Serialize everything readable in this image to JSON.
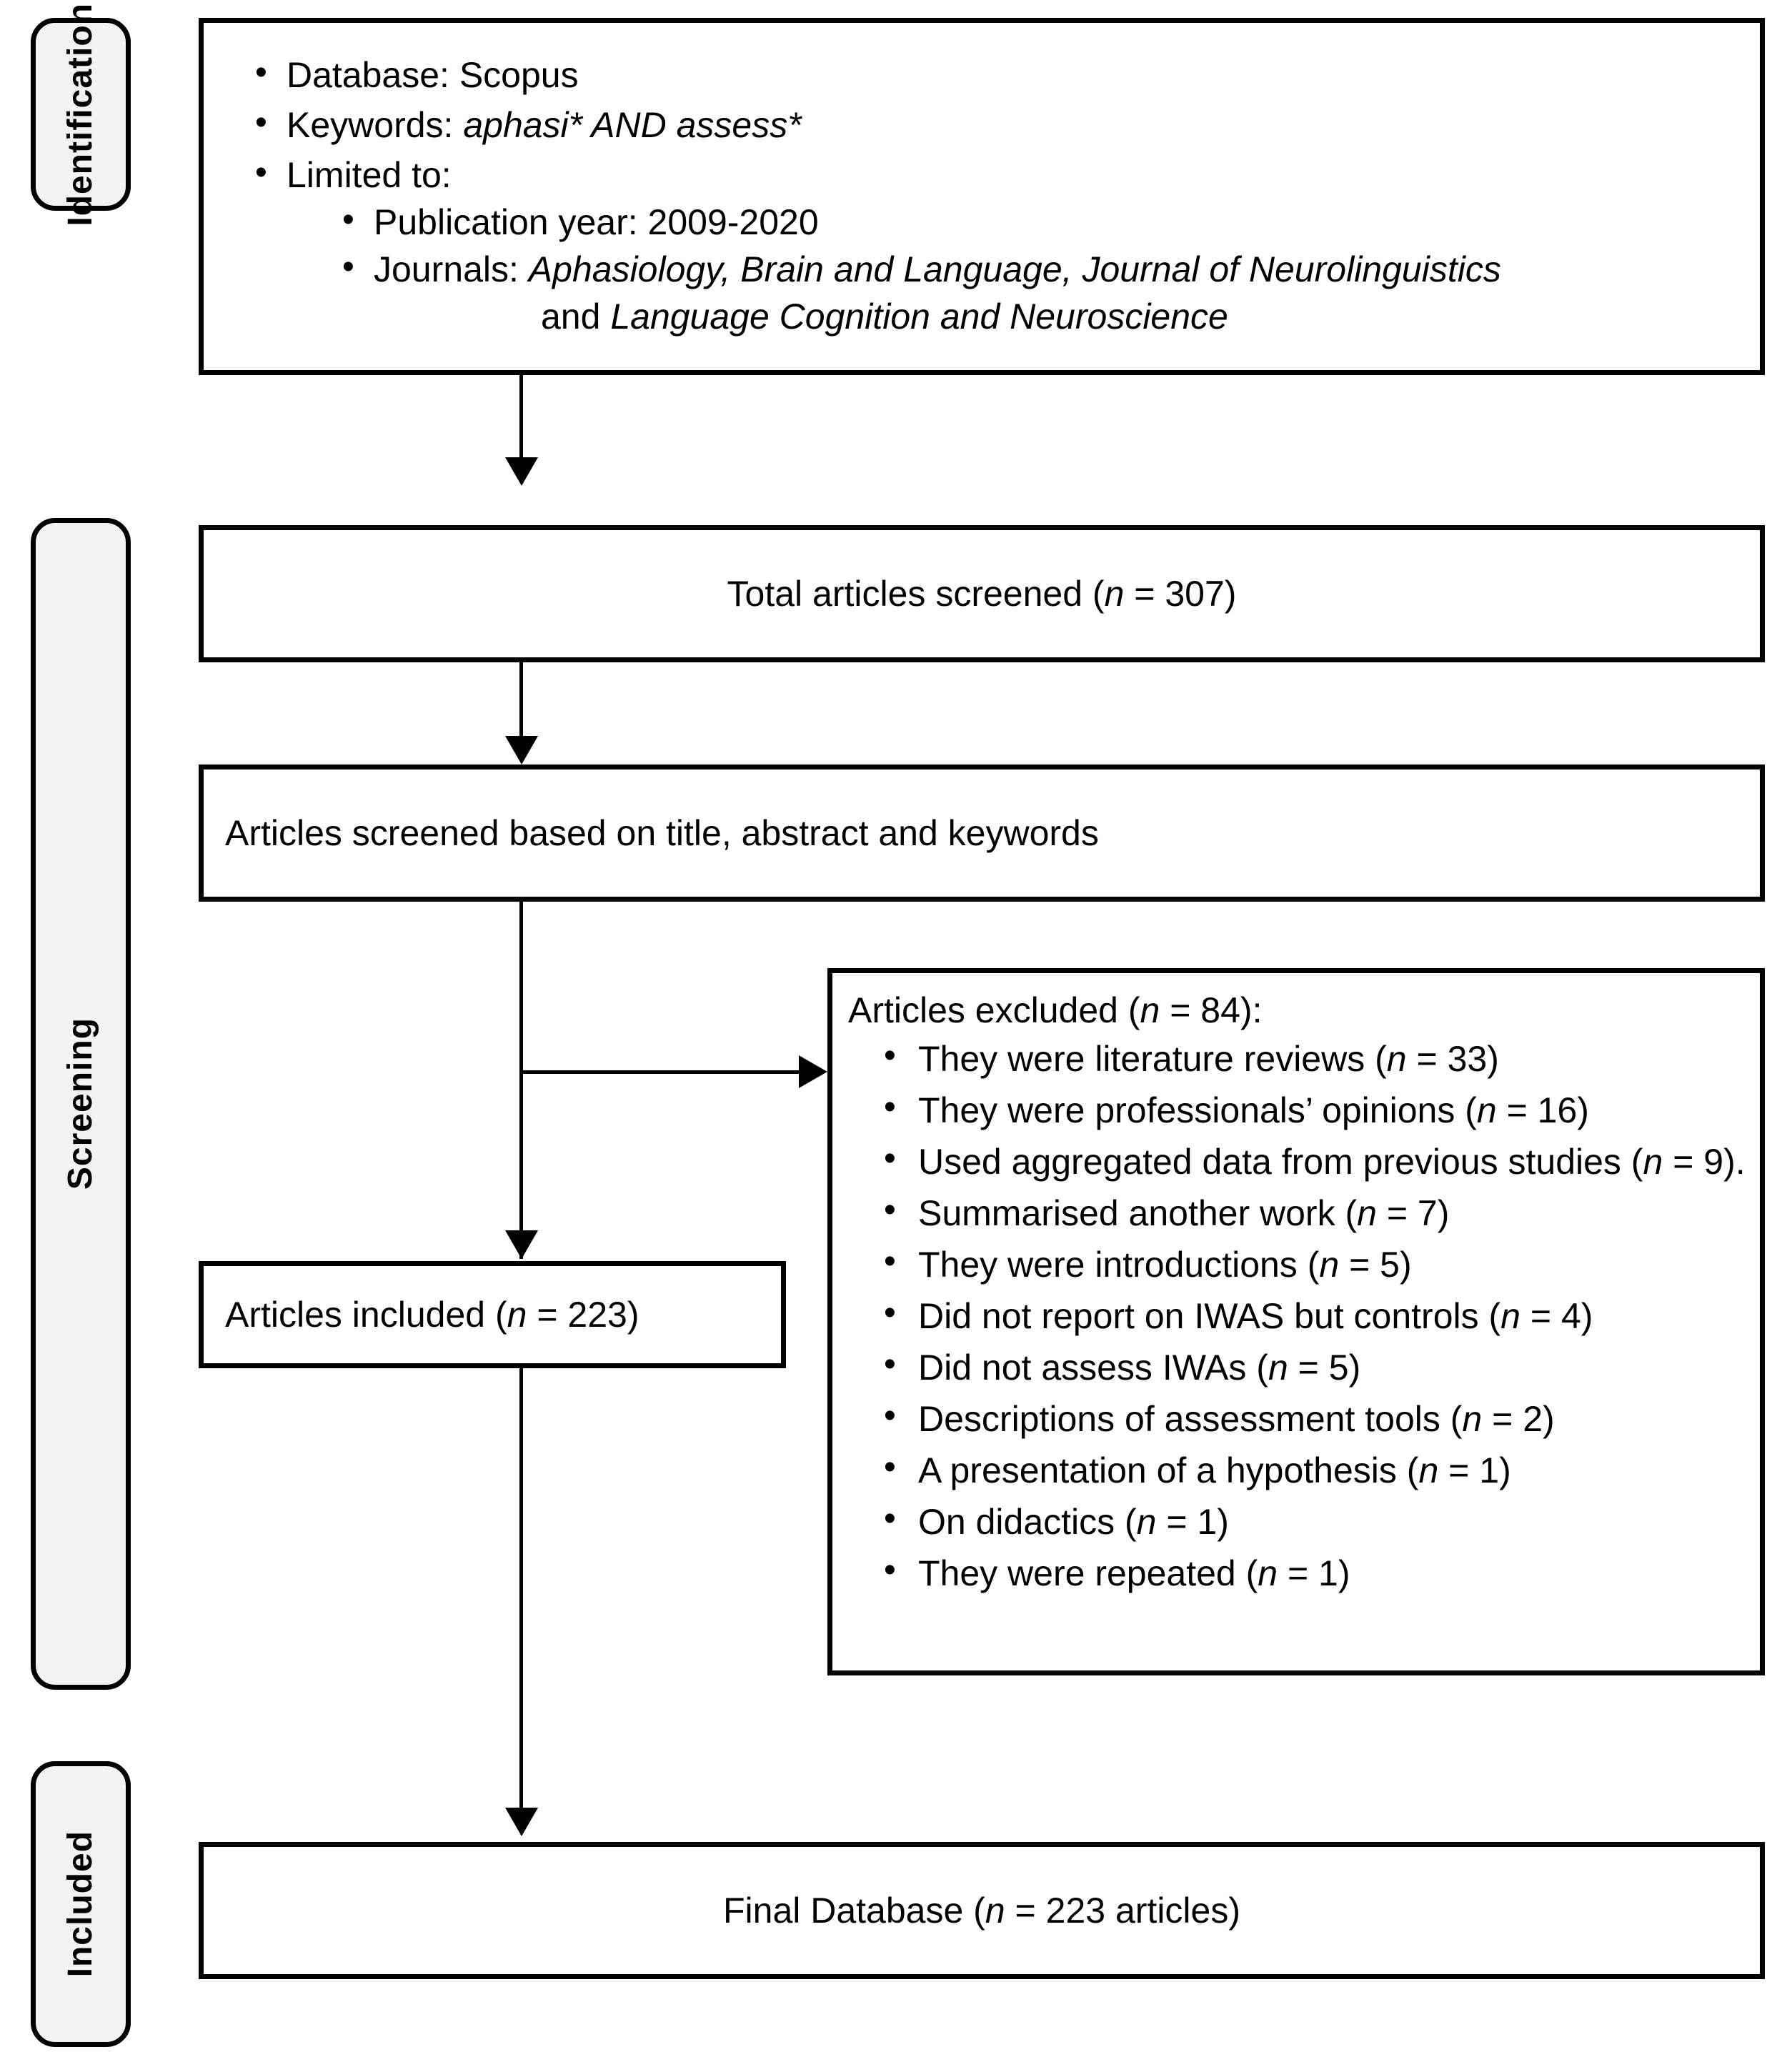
{
  "diagram": {
    "title": "PRISMA article selection flow diagram",
    "stages": [
      {
        "id": "identification",
        "label": "Identification"
      },
      {
        "id": "screening",
        "label": "Screening"
      },
      {
        "id": "included",
        "label": "Included"
      }
    ],
    "identification_box": {
      "items": [
        {
          "label": "Database: ",
          "value": "Scopus",
          "italic_value": false
        },
        {
          "label": "Keywords: ",
          "value": "aphasi* AND assess*",
          "italic_value": true
        },
        {
          "label": "Limited to:",
          "value": "",
          "italic_value": false
        }
      ],
      "sub_items": [
        {
          "label": "Publication year: ",
          "value": "2009-2020",
          "italic_value": false
        },
        {
          "label": "Journals: ",
          "journals_line1": "Aphasiology, Brain and Language, Journal of Neurolinguistics",
          "journals_line2_prefix": "and ",
          "journals_line2": "Language Cognition and Neuroscience"
        }
      ]
    },
    "total_screened_box": {
      "prefix": "Total articles screened (",
      "n_symbol": "n",
      "mid": " = ",
      "count": "307",
      "suffix": ")"
    },
    "screened_criteria_box": {
      "text": "Articles screened based on title, abstract and keywords"
    },
    "excluded_box": {
      "title_prefix": "Articles excluded (",
      "n_symbol": "n",
      "title_mid": " = ",
      "title_count": "84",
      "title_suffix": "):",
      "reasons": [
        {
          "text": "They were literature reviews (",
          "n": "n",
          "eq": " = ",
          "count": "33",
          "close": ")"
        },
        {
          "text": "They were professionals’ opinions (",
          "n": "n",
          "eq": " = ",
          "count": "16",
          "close": ")"
        },
        {
          "text": "Used aggregated data from previous studies (",
          "n": "n",
          "eq": " = ",
          "count": "9",
          "close": ")."
        },
        {
          "text": "Summarised another work (",
          "n": "n",
          "eq": " = ",
          "count": "7",
          "close": ")"
        },
        {
          "text": "They were introductions (",
          "n": "n",
          "eq": " = ",
          "count": "5",
          "close": ")"
        },
        {
          "text": "Did not report on IWAS but controls (",
          "n": "n",
          "eq": " = ",
          "count": "4",
          "close": ")"
        },
        {
          "text": "Did not assess IWAs (",
          "n": "n",
          "eq": " = ",
          "count": "5",
          "close": ")"
        },
        {
          "text": "Descriptions of assessment tools (",
          "n": "n",
          "eq": " = ",
          "count": "2",
          "close": ")"
        },
        {
          "text": "A presentation of a hypothesis (",
          "n": "n",
          "eq": " = ",
          "count": "1",
          "close": ")"
        },
        {
          "text": "On didactics (",
          "n": "n",
          "eq": " = ",
          "count": "1",
          "close": ")"
        },
        {
          "text": "They were repeated (",
          "n": "n",
          "eq": " = ",
          "count": "1",
          "close": ")"
        }
      ]
    },
    "included_box": {
      "prefix": "Articles included (",
      "n_symbol": "n",
      "mid": " = ",
      "count": "223",
      "suffix": ")"
    },
    "final_box": {
      "prefix": "Final Database (",
      "n_symbol": "n",
      "mid": " = ",
      "count": "223",
      "suffix": " articles)"
    },
    "colors": {
      "stroke": "#000000",
      "box_fill": "#ffffff",
      "stage_fill": "#f2f2f2",
      "page_bg": "#ffffff"
    }
  }
}
